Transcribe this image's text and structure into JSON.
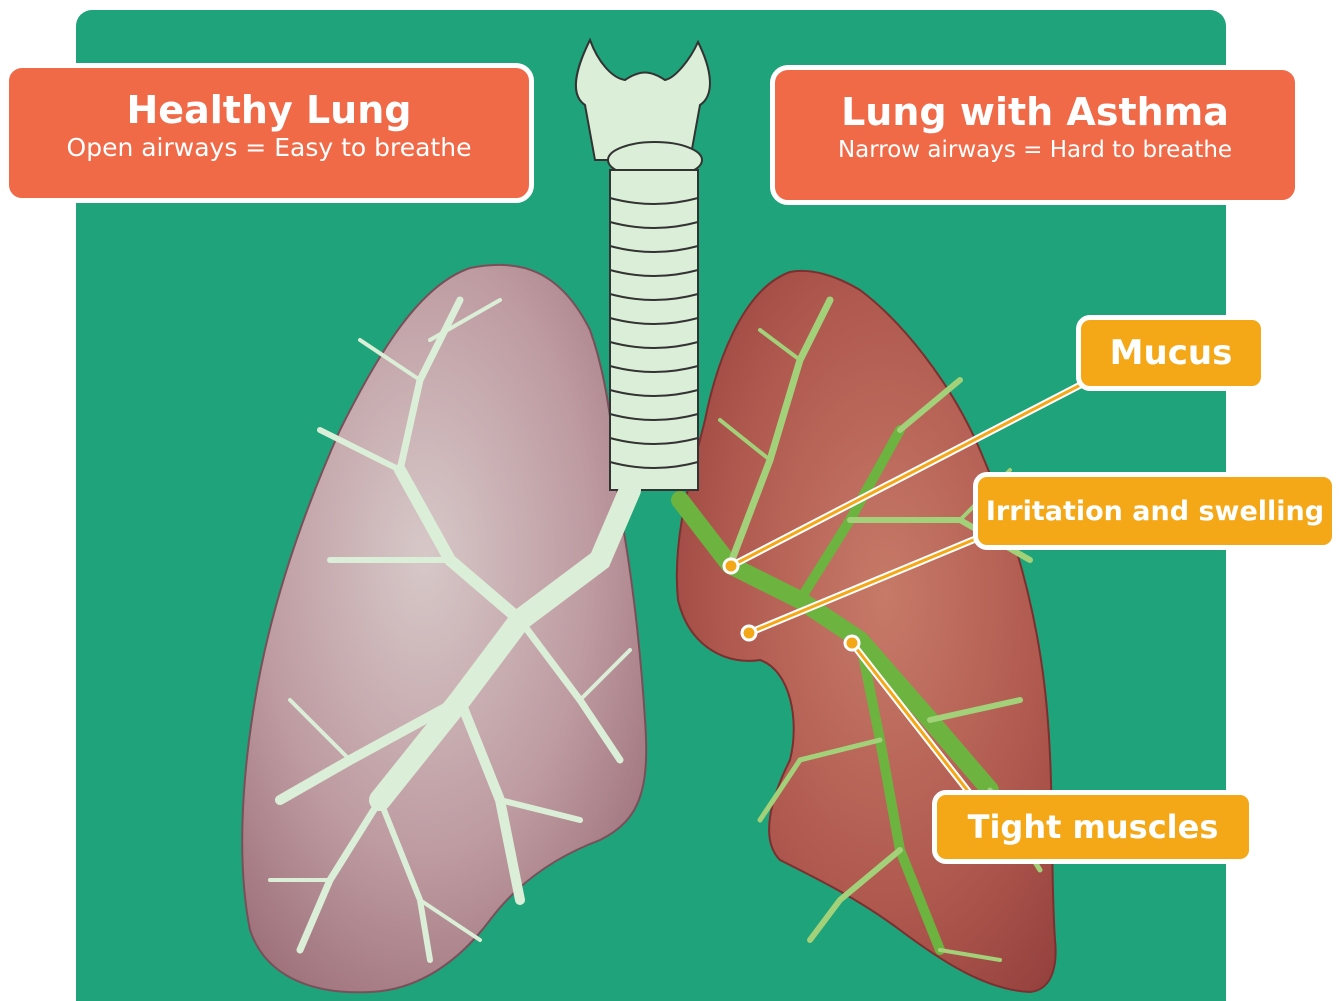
{
  "healthy": {
    "title": "Healthy Lung",
    "subtitle": "Open airways = Easy to breathe"
  },
  "asthma": {
    "title": "Lung with Asthma",
    "subtitle": "Narrow airways = Hard to breathe"
  },
  "callouts": {
    "mucus": "Mucus",
    "irritation": "Irritation and swelling",
    "tight": "Tight muscles"
  },
  "colors": {
    "panel": "#1ea37a",
    "title_box": "#f06a48",
    "callout": "#f4a818",
    "healthy_lung": "#b78a92",
    "asthma_lung": "#a8544f",
    "airway": "#dbeed7",
    "inflamed_airway": "#6db33f"
  }
}
